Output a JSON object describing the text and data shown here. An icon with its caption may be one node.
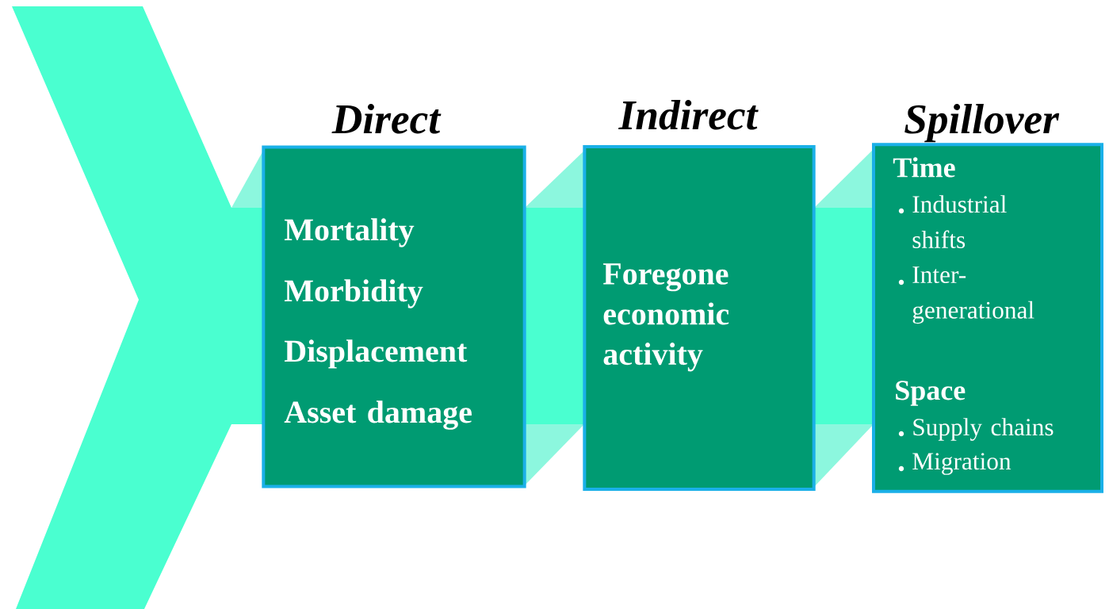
{
  "diagram": {
    "nodes": [
      {
        "text": [
          "Direct",
          "Mortality",
          "Morbidity",
          "Displacement",
          "Asset damage"
        ]
      },
      {
        "text": [
          "Indirect",
          "Foregone economic activity"
        ]
      },
      {
        "text": [
          "Spillover",
          "Time",
          "Industrial shifts",
          "Inter-generational",
          "Space",
          "Supply chains",
          "Migration"
        ]
      }
    ]
  }
}
